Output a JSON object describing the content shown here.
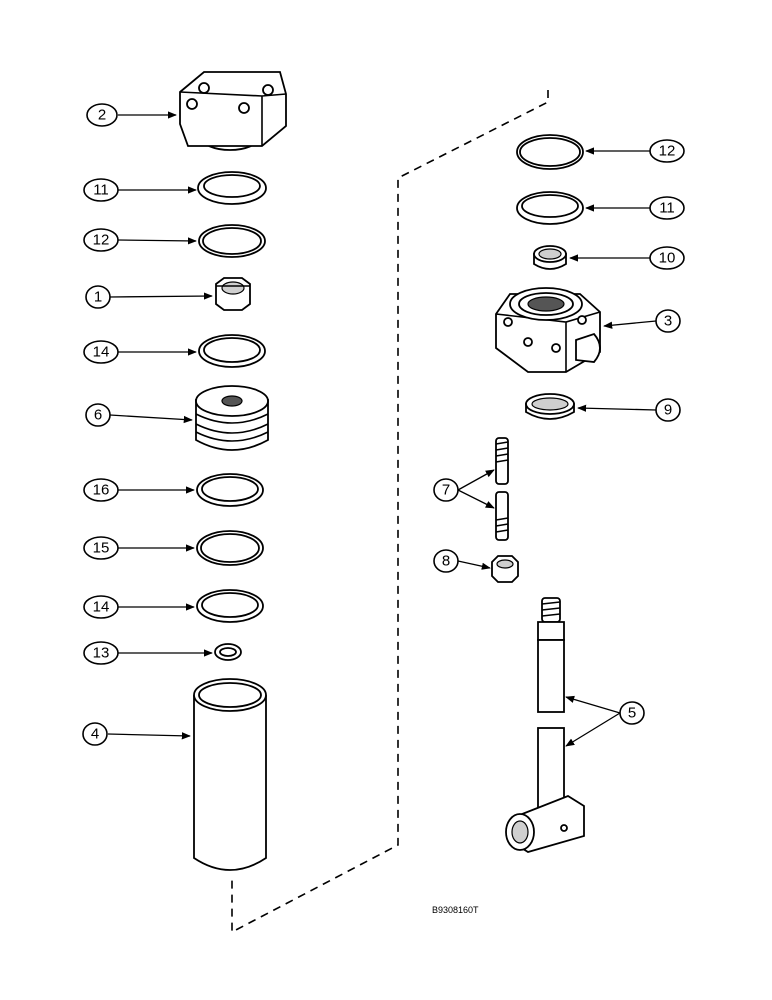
{
  "figure_code": "B9308160T",
  "callouts": [
    {
      "id": "c2",
      "label": "2"
    },
    {
      "id": "c11a",
      "label": "11"
    },
    {
      "id": "c12a",
      "label": "12"
    },
    {
      "id": "c1",
      "label": "1"
    },
    {
      "id": "c14a",
      "label": "14"
    },
    {
      "id": "c6",
      "label": "6"
    },
    {
      "id": "c16",
      "label": "16"
    },
    {
      "id": "c15",
      "label": "15"
    },
    {
      "id": "c14b",
      "label": "14"
    },
    {
      "id": "c13",
      "label": "13"
    },
    {
      "id": "c4",
      "label": "4"
    },
    {
      "id": "c12b",
      "label": "12"
    },
    {
      "id": "c11b",
      "label": "11"
    },
    {
      "id": "c10",
      "label": "10"
    },
    {
      "id": "c3",
      "label": "3"
    },
    {
      "id": "c9",
      "label": "9"
    },
    {
      "id": "c7",
      "label": "7"
    },
    {
      "id": "c8",
      "label": "8"
    },
    {
      "id": "c5",
      "label": "5"
    }
  ]
}
